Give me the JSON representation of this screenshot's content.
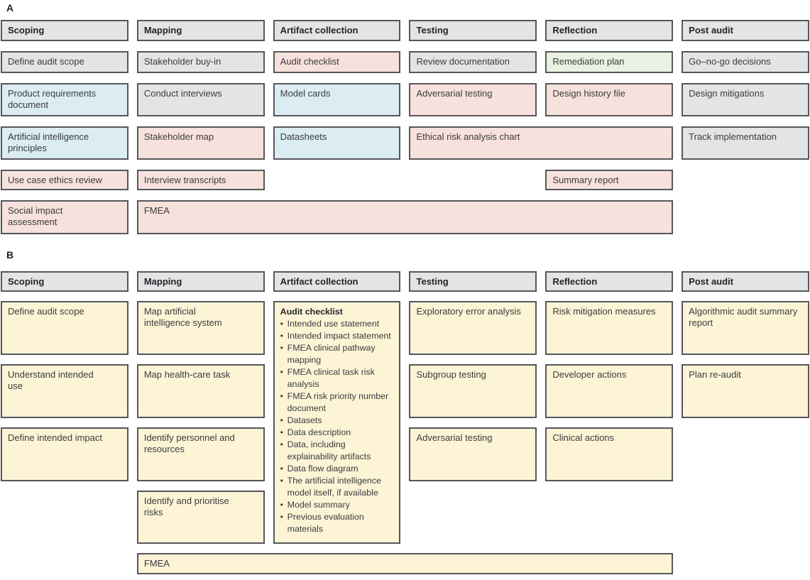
{
  "figure_title": "Algorithmic audit framework figure",
  "ui": {
    "bullet_char": "•"
  },
  "palette": {
    "grey": "#e3e4e6",
    "blue": "#dbecf2",
    "pink": "#f7e1dc",
    "green": "#e9f1e2",
    "cream": "#fdf4d6",
    "border": "#55565a",
    "text": "#3a3b3d",
    "heading_text": "#232427"
  },
  "panels": [
    {
      "id": "A",
      "label": "A",
      "headers": [
        "Scoping",
        "Mapping",
        "Artifact collection",
        "Testing",
        "Reflection",
        "Post audit"
      ],
      "boxes": [
        {
          "label": "Define audit scope",
          "col": 1,
          "row": 1,
          "color": "grey"
        },
        {
          "label": "Product requirements\ndocument",
          "col": 1,
          "row": 2,
          "color": "blue"
        },
        {
          "label": "Artificial intelligence\nprinciples",
          "col": 1,
          "row": 3,
          "color": "blue"
        },
        {
          "label": "Use case ethics review",
          "col": 1,
          "row": 4,
          "color": "pink"
        },
        {
          "label": "Social impact\nassessment",
          "col": 1,
          "row": 5,
          "color": "pink"
        },
        {
          "label": "Stakeholder buy-in",
          "col": 2,
          "row": 1,
          "color": "grey"
        },
        {
          "label": "Conduct interviews",
          "col": 2,
          "row": 2,
          "color": "grey"
        },
        {
          "label": "Stakeholder map",
          "col": 2,
          "row": 3,
          "color": "pink"
        },
        {
          "label": "Interview transcripts",
          "col": 2,
          "row": 4,
          "color": "pink"
        },
        {
          "label": "FMEA",
          "col": 2,
          "row": 5,
          "colspan": 4,
          "color": "pink"
        },
        {
          "label": "Audit checklist",
          "col": 3,
          "row": 1,
          "color": "pink"
        },
        {
          "label": "Model cards",
          "col": 3,
          "row": 2,
          "color": "blue"
        },
        {
          "label": "Datasheets",
          "col": 3,
          "row": 3,
          "color": "blue"
        },
        {
          "label": "Review documentation",
          "col": 4,
          "row": 1,
          "color": "grey"
        },
        {
          "label": "Adversarial testing",
          "col": 4,
          "row": 2,
          "color": "pink"
        },
        {
          "label": "Ethical risk analysis chart",
          "col": 4,
          "row": 3,
          "colspan": 2,
          "color": "pink"
        },
        {
          "label": "Remediation plan",
          "col": 5,
          "row": 1,
          "color": "green"
        },
        {
          "label": "Design history file",
          "col": 5,
          "row": 2,
          "color": "pink"
        },
        {
          "label": "Summary report",
          "col": 5,
          "row": 4,
          "color": "pink"
        },
        {
          "label": "Go–no-go decisions",
          "col": 6,
          "row": 1,
          "color": "grey"
        },
        {
          "label": "Design mitigations",
          "col": 6,
          "row": 2,
          "color": "grey"
        },
        {
          "label": "Track implementation",
          "col": 6,
          "row": 3,
          "color": "grey"
        }
      ]
    },
    {
      "id": "B",
      "label": "B",
      "headers": [
        "Scoping",
        "Mapping",
        "Artifact collection",
        "Testing",
        "Reflection",
        "Post audit"
      ],
      "boxes": [
        {
          "label": "Define audit scope",
          "col": 1,
          "row": 1,
          "color": "cream"
        },
        {
          "label": "Understand intended\nuse",
          "col": 1,
          "row": 2,
          "color": "cream"
        },
        {
          "label": "Define intended impact",
          "col": 1,
          "row": 3,
          "color": "cream"
        },
        {
          "label": "Map artificial\nintelligence system",
          "col": 2,
          "row": 1,
          "color": "cream"
        },
        {
          "label": "Map health-care task",
          "col": 2,
          "row": 2,
          "color": "cream"
        },
        {
          "label": "Identify personnel and\nresources",
          "col": 2,
          "row": 3,
          "color": "cream"
        },
        {
          "label": "Identify and prioritise\nrisks",
          "col": 2,
          "row": 4,
          "color": "cream"
        },
        {
          "label": "FMEA",
          "col": 2,
          "row": 5,
          "colspan": 4,
          "color": "cream"
        },
        {
          "label": "Audit checklist",
          "title": "Audit checklist",
          "bullets": [
            "Intended use statement",
            "Intended impact statement",
            "FMEA clinical pathway\nmapping",
            "FMEA clinical task risk\nanalysis",
            "FMEA risk priority number\ndocument",
            "Datasets",
            "Data description",
            "Data, including\nexplainability artifacts",
            "Data flow diagram",
            "The artificial intelligence\nmodel itself, if available",
            "Model summary",
            "Previous evaluation\nmaterials"
          ],
          "col": 3,
          "row": 1,
          "rowspan": 4,
          "color": "cream"
        },
        {
          "label": "Exploratory error analysis",
          "col": 4,
          "row": 1,
          "color": "cream"
        },
        {
          "label": "Subgroup testing",
          "col": 4,
          "row": 2,
          "color": "cream"
        },
        {
          "label": "Adversarial testing",
          "col": 4,
          "row": 3,
          "color": "cream"
        },
        {
          "label": "Risk mitigation measures",
          "col": 5,
          "row": 1,
          "color": "cream"
        },
        {
          "label": "Developer actions",
          "col": 5,
          "row": 2,
          "color": "cream"
        },
        {
          "label": "Clinical actions",
          "col": 5,
          "row": 3,
          "color": "cream"
        },
        {
          "label": "Algorithmic audit summary\nreport",
          "col": 6,
          "row": 1,
          "color": "cream"
        },
        {
          "label": "Plan re-audit",
          "col": 6,
          "row": 2,
          "color": "cream"
        }
      ]
    }
  ]
}
